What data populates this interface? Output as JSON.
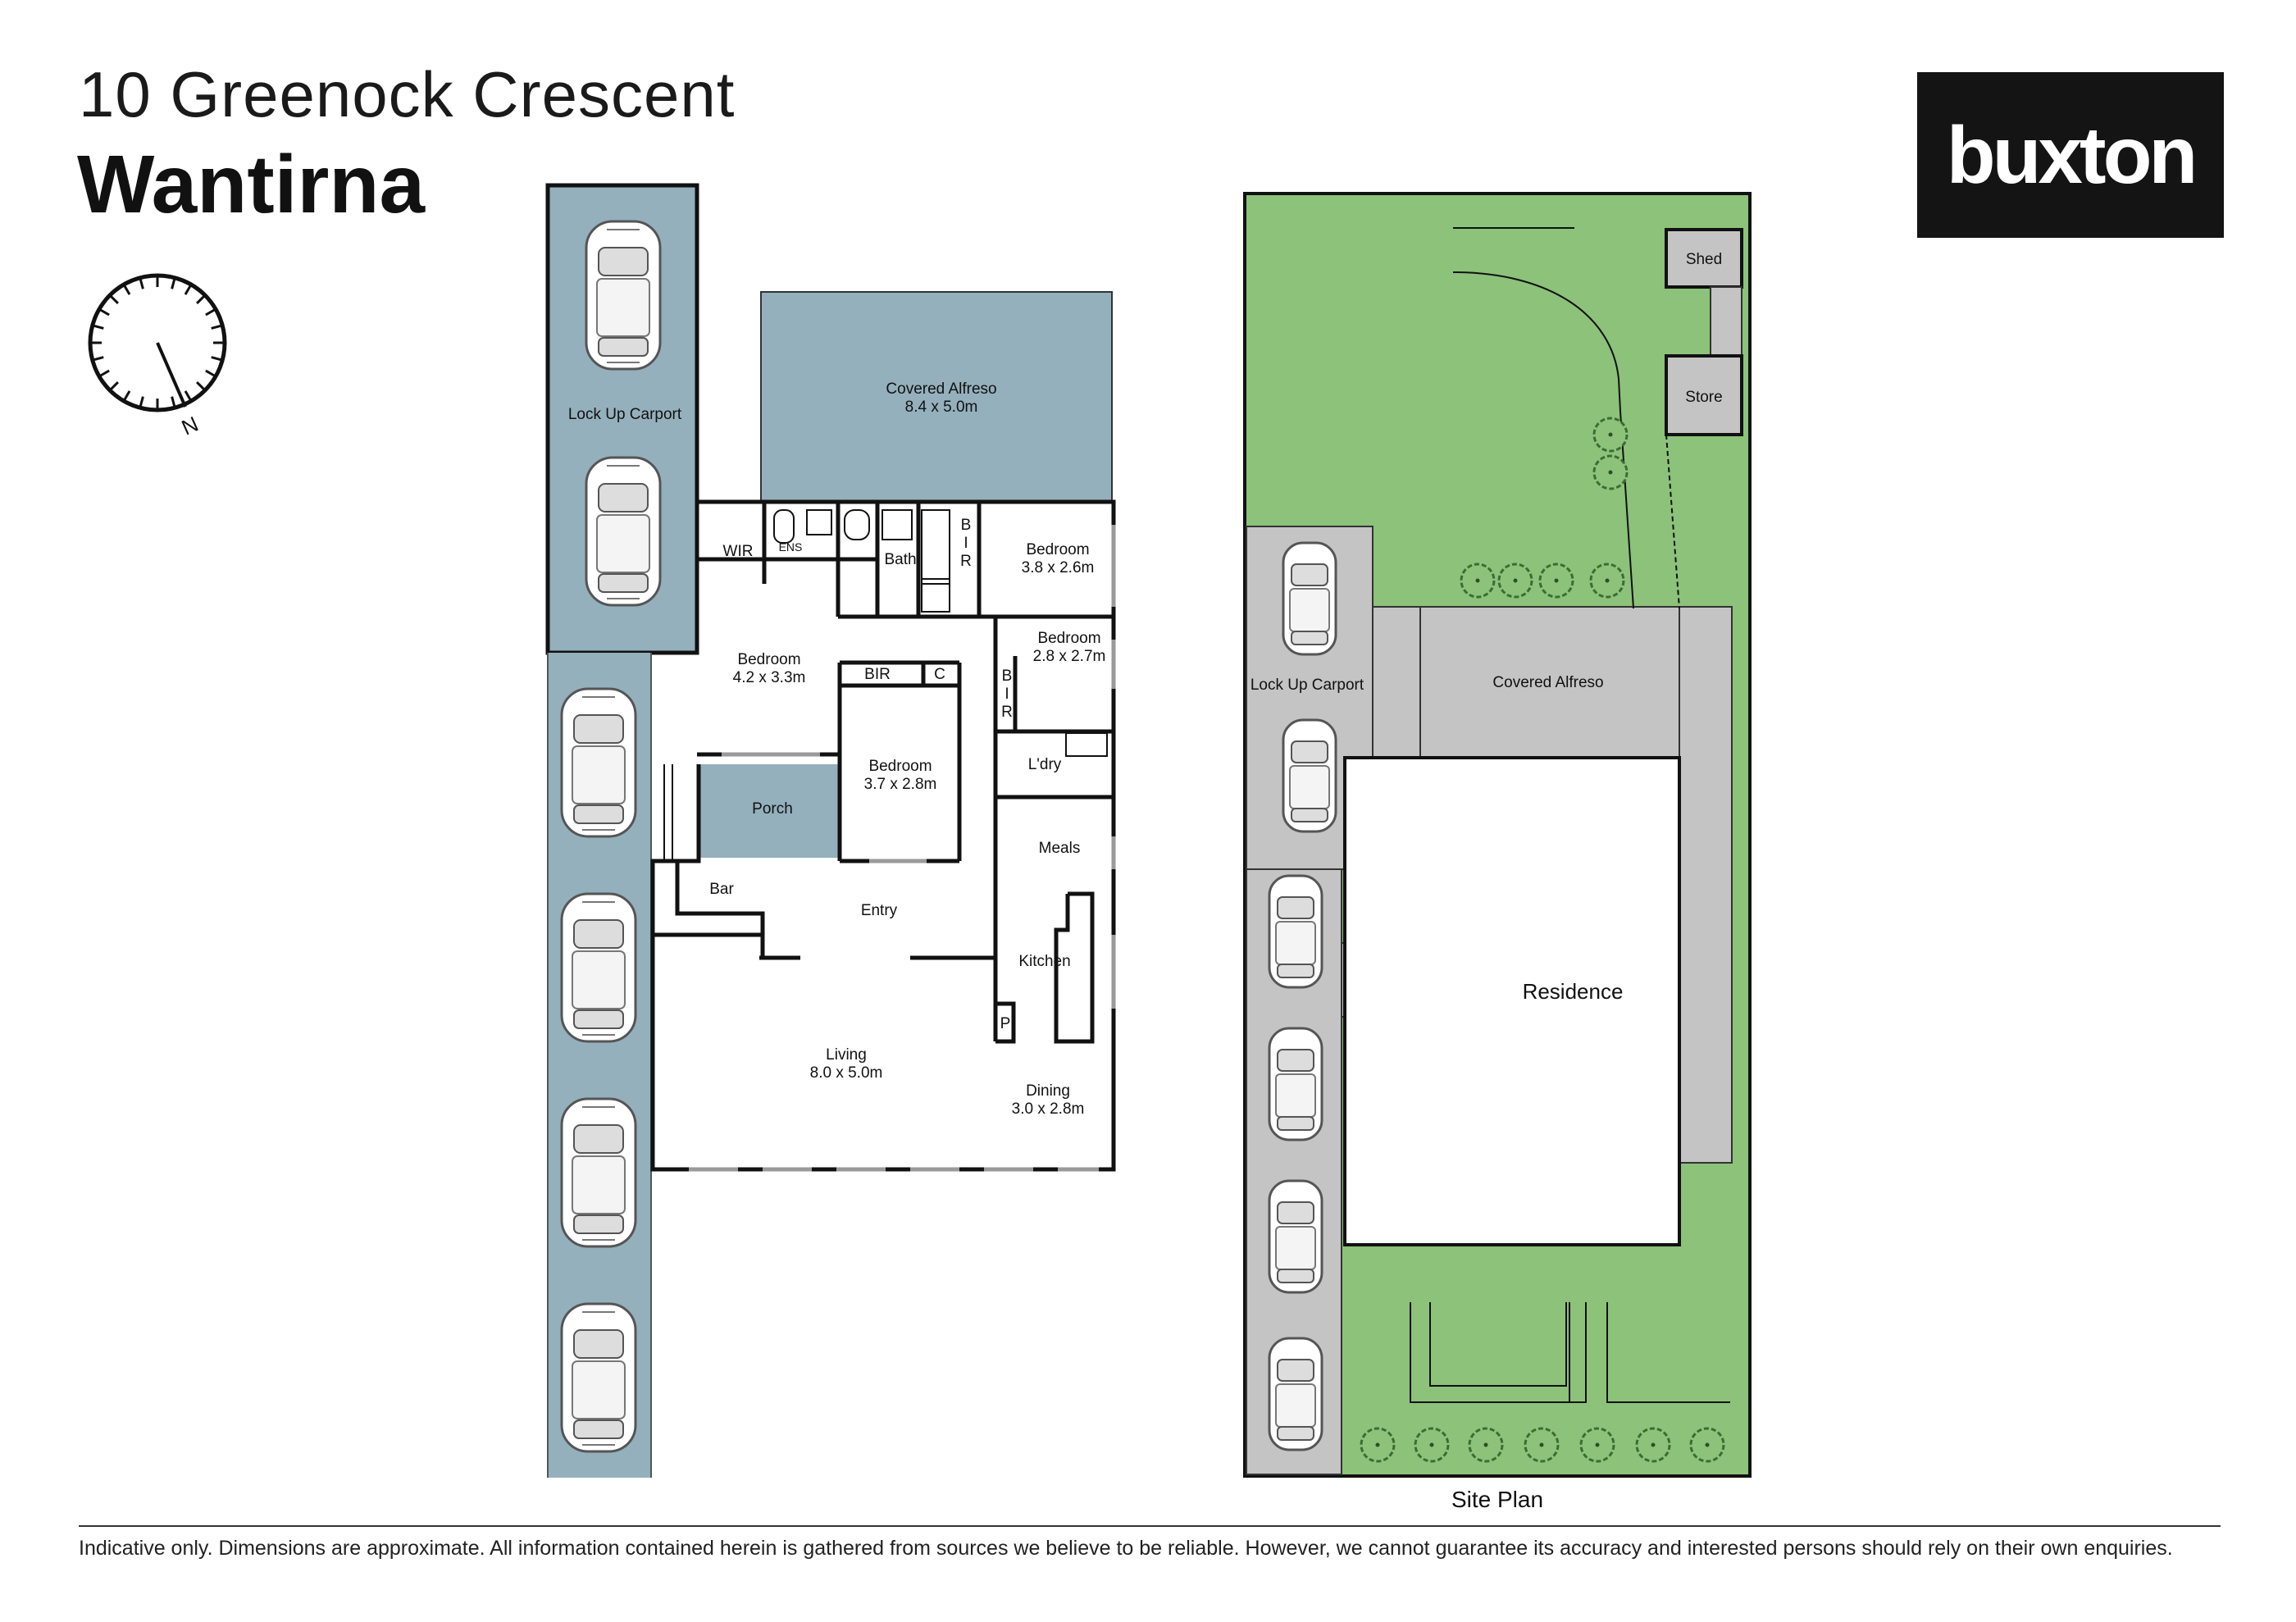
{
  "header": {
    "address": "10 Greenock Crescent",
    "suburb": "Wantirna"
  },
  "brand": {
    "logo_text": "buxton",
    "logo_bg": "#141414"
  },
  "compass": {
    "label": "N"
  },
  "floorplan": {
    "rooms": {
      "lockup_carport": "Lock Up Carport",
      "alfresco_name": "Covered Alfreso",
      "alfresco_dims": "8.4 x 5.0m",
      "wir": "WIR",
      "ens": "ENS",
      "bath": "Bath",
      "bir_b": "B",
      "bir_i": "I",
      "bir_r": "R",
      "bed1_name": "Bedroom",
      "bed1_dims": "3.8 x 2.6m",
      "bed2_name": "Bedroom",
      "bed2_dims": "2.8 x 2.7m",
      "bed3_name": "Bedroom",
      "bed3_dims": "4.2 x 3.3m",
      "bed4_name": "Bedroom",
      "bed4_dims": "3.7 x 2.8m",
      "bir": "BIR",
      "c": "C",
      "ldry": "L'dry",
      "porch": "Porch",
      "bar": "Bar",
      "entry": "Entry",
      "meals": "Meals",
      "kitchen": "Kitchen",
      "pantry": "P",
      "living_name": "Living",
      "living_dims": "8.0 x 5.0m",
      "dining_name": "Dining",
      "dining_dims": "3.0 x 2.8m"
    },
    "colors": {
      "paving": "#94b0bc",
      "wall": "#111111"
    }
  },
  "siteplan": {
    "caption": "Site Plan",
    "labels": {
      "shed": "Shed",
      "store": "Store",
      "carport": "Lock Up Carport",
      "alfresco": "Covered Alfreso",
      "residence": "Residence"
    },
    "colors": {
      "lawn": "#8cc27a",
      "paving": "#c4c4c4",
      "residence": "#ffffff"
    }
  },
  "footer": {
    "disclaimer": "Indicative only. Dimensions are approximate. All information contained herein is gathered from sources we believe to be reliable. However, we cannot guarantee its accuracy and interested persons should rely on their own enquiries."
  }
}
